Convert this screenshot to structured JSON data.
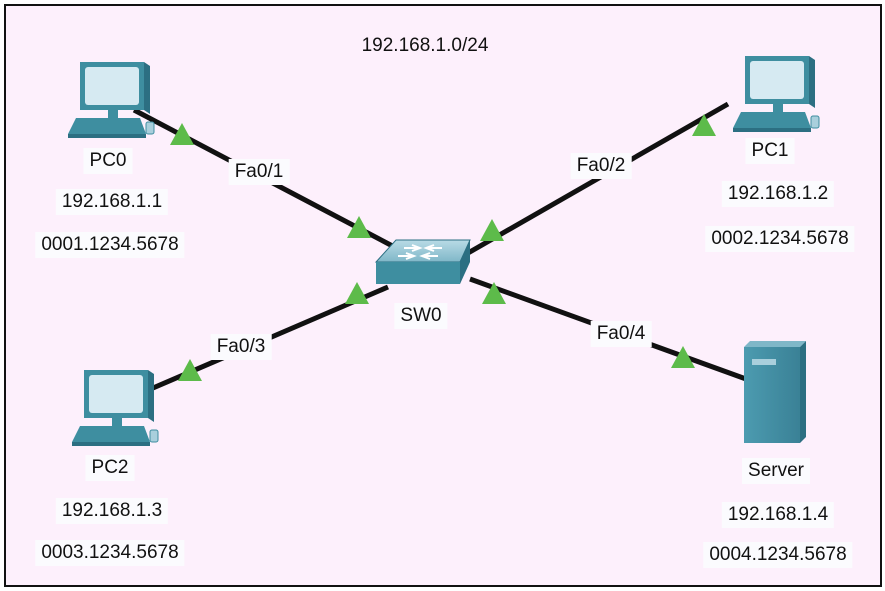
{
  "network": {
    "subnet": "192.168.1.0/24",
    "switch": {
      "name": "SW0"
    },
    "links": [
      {
        "port": "Fa0/1",
        "device": "PC0",
        "status": "up"
      },
      {
        "port": "Fa0/2",
        "device": "PC1",
        "status": "up"
      },
      {
        "port": "Fa0/3",
        "device": "PC2",
        "status": "up"
      },
      {
        "port": "Fa0/4",
        "device": "Server",
        "status": "up"
      }
    ],
    "hosts": {
      "pc0": {
        "name": "PC0",
        "ip": "192.168.1.1",
        "mac": "0001.1234.5678",
        "icon": "pc-icon"
      },
      "pc1": {
        "name": "PC1",
        "ip": "192.168.1.2",
        "mac": "0002.1234.5678",
        "icon": "pc-icon"
      },
      "pc2": {
        "name": "PC2",
        "ip": "192.168.1.3",
        "mac": "0003.1234.5678",
        "icon": "pc-icon"
      },
      "server": {
        "name": "Server",
        "ip": "192.168.1.4",
        "mac": "0004.1234.5678",
        "icon": "server-icon"
      }
    }
  },
  "colors": {
    "background": "#fdf0fc",
    "link": "#111111",
    "link_up_indicator": "#5dbb4a",
    "device_body": "#3e8ea0",
    "device_screen": "#d6eaf2"
  }
}
